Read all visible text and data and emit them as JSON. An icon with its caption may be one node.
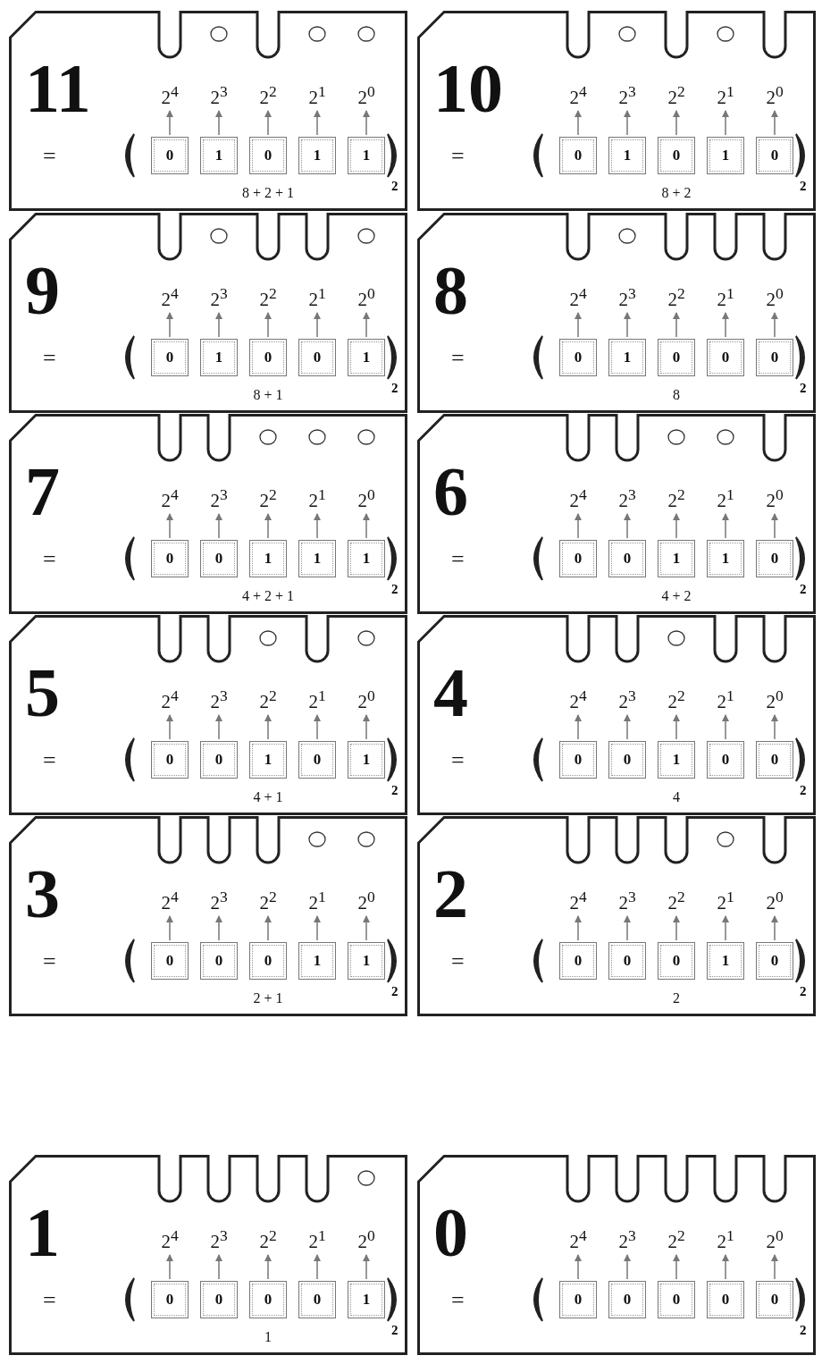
{
  "diagram": {
    "nodes": [
      {
        "text": [
          "11",
          "=",
          "2",
          "8 + 2 + 1"
        ]
      },
      {
        "text": [
          "2$^{4}$"
        ],
        "in": 0
      },
      {
        "text": [
          "2$^{3}$"
        ],
        "in": 0
      },
      {
        "text": [
          "2$^{2}$"
        ],
        "in": 0
      },
      {
        "text": [
          "2$^{1}$"
        ],
        "in": 0
      },
      {
        "text": [
          "2$^{0}$"
        ],
        "in": 0
      },
      {
        "text": [
          "0"
        ],
        "in": 0
      },
      {
        "text": [
          "1"
        ],
        "in": 0
      },
      {
        "text": [
          "0"
        ],
        "in": 0
      },
      {
        "text": [
          "1"
        ],
        "in": 0
      },
      {
        "text": [
          "1"
        ],
        "in": 0
      },
      {
        "text": [
          "10",
          "=",
          "2",
          "8 + 2"
        ]
      },
      {
        "text": [
          "2$^{4}$"
        ],
        "in": 11
      },
      {
        "text": [
          "2$^{3}$"
        ],
        "in": 11
      },
      {
        "text": [
          "2$^{2}$"
        ],
        "in": 11
      },
      {
        "text": [
          "2$^{1}$"
        ],
        "in": 11
      },
      {
        "text": [
          "2$^{0}$"
        ],
        "in": 11
      },
      {
        "text": [
          "0"
        ],
        "in": 11
      },
      {
        "text": [
          "1"
        ],
        "in": 11
      },
      {
        "text": [
          "0"
        ],
        "in": 11
      },
      {
        "text": [
          "1"
        ],
        "in": 11
      },
      {
        "text": [
          "0"
        ],
        "in": 11
      },
      {
        "text": [
          "9",
          "=",
          "2",
          "8 + 1"
        ]
      },
      {
        "text": [
          "2$^{4}$"
        ],
        "in": 22
      },
      {
        "text": [
          "2$^{3}$"
        ],
        "in": 22
      },
      {
        "text": [
          "2$^{2}$"
        ],
        "in": 22
      },
      {
        "text": [
          "2$^{1}$"
        ],
        "in": 22
      },
      {
        "text": [
          "2$^{0}$"
        ],
        "in": 22
      },
      {
        "text": [
          "0"
        ],
        "in": 22
      },
      {
        "text": [
          "1"
        ],
        "in": 22
      },
      {
        "text": [
          "0"
        ],
        "in": 22
      },
      {
        "text": [
          "0"
        ],
        "in": 22
      },
      {
        "text": [
          "1"
        ],
        "in": 22
      },
      {
        "text": [
          "8",
          "=",
          "2",
          "8"
        ]
      },
      {
        "text": [
          "2$^{4}$"
        ],
        "in": 33
      },
      {
        "text": [
          "2$^{3}$"
        ],
        "in": 33
      },
      {
        "text": [
          "2$^{2}$"
        ],
        "in": 33
      },
      {
        "text": [
          "2$^{1}$"
        ],
        "in": 33
      },
      {
        "text": [
          "2$^{0}$"
        ],
        "in": 33
      },
      {
        "text": [
          "0"
        ],
        "in": 33
      },
      {
        "text": [
          "1"
        ],
        "in": 33
      },
      {
        "text": [
          "0"
        ],
        "in": 33
      },
      {
        "text": [
          "0"
        ],
        "in": 33
      },
      {
        "text": [
          "0"
        ],
        "in": 33
      },
      {
        "text": [
          "7",
          "=",
          "2",
          "4 + 2 + 1"
        ]
      },
      {
        "text": [
          "2$^{4}$"
        ],
        "in": 44
      },
      {
        "text": [
          "2$^{3}$"
        ],
        "in": 44
      },
      {
        "text": [
          "2$^{2}$"
        ],
        "in": 44
      },
      {
        "text": [
          "2$^{1}$"
        ],
        "in": 44
      },
      {
        "text": [
          "2$^{0}$"
        ],
        "in": 44
      },
      {
        "text": [
          "0"
        ],
        "in": 44
      },
      {
        "text": [
          "0"
        ],
        "in": 44
      },
      {
        "text": [
          "1"
        ],
        "in": 44
      },
      {
        "text": [
          "1"
        ],
        "in": 44
      },
      {
        "text": [
          "1"
        ],
        "in": 44
      },
      {
        "text": [
          "6",
          "=",
          "2",
          "4 + 2"
        ]
      },
      {
        "text": [
          "2$^{4}$"
        ],
        "in": 55
      },
      {
        "text": [
          "2$^{3}$"
        ],
        "in": 55
      },
      {
        "text": [
          "2$^{2}$"
        ],
        "in": 55
      },
      {
        "text": [
          "2$^{1}$"
        ],
        "in": 55
      },
      {
        "text": [
          "2$^{0}$"
        ],
        "in": 55
      },
      {
        "text": [
          "0"
        ],
        "in": 55
      },
      {
        "text": [
          "0"
        ],
        "in": 55
      },
      {
        "text": [
          "1"
        ],
        "in": 55
      },
      {
        "text": [
          "1"
        ],
        "in": 55
      },
      {
        "text": [
          "0"
        ],
        "in": 55
      },
      {
        "text": [
          "5",
          "=",
          "2",
          "4 + 1"
        ]
      },
      {
        "text": [
          "2$^{4}$"
        ],
        "in": 66
      },
      {
        "text": [
          "2$^{3}$"
        ],
        "in": 66
      },
      {
        "text": [
          "2$^{2}$"
        ],
        "in": 66
      },
      {
        "text": [
          "2$^{1}$"
        ],
        "in": 66
      },
      {
        "text": [
          "2$^{0}$"
        ],
        "in": 66
      },
      {
        "text": [
          "0"
        ],
        "in": 66
      },
      {
        "text": [
          "0"
        ],
        "in": 66
      },
      {
        "text": [
          "1"
        ],
        "in": 66
      },
      {
        "text": [
          "0"
        ],
        "in": 66
      },
      {
        "text": [
          "1"
        ],
        "in": 66
      },
      {
        "text": [
          "4",
          "=",
          "2",
          "4"
        ]
      },
      {
        "text": [
          "2$^{4}$"
        ],
        "in": 77
      },
      {
        "text": [
          "2$^{3}$"
        ],
        "in": 77
      },
      {
        "text": [
          "2$^{2}$"
        ],
        "in": 77
      },
      {
        "text": [
          "2$^{1}$"
        ],
        "in": 77
      },
      {
        "text": [
          "2$^{0}$"
        ],
        "in": 77
      },
      {
        "text": [
          "0"
        ],
        "in": 77
      },
      {
        "text": [
          "0"
        ],
        "in": 77
      },
      {
        "text": [
          "1"
        ],
        "in": 77
      },
      {
        "text": [
          "0"
        ],
        "in": 77
      },
      {
        "text": [
          "0"
        ],
        "in": 77
      },
      {
        "text": [
          "3",
          "=",
          "2",
          "2 + 1"
        ]
      },
      {
        "text": [
          "2$^{4}$"
        ],
        "in": 88
      },
      {
        "text": [
          "2$^{3}$"
        ],
        "in": 88
      },
      {
        "text": [
          "2$^{2}$"
        ],
        "in": 88
      },
      {
        "text": [
          "2$^{1}$"
        ],
        "in": 88
      },
      {
        "text": [
          "2$^{0}$"
        ],
        "in": 88
      },
      {
        "text": [
          "0"
        ],
        "in": 88
      },
      {
        "text": [
          "0"
        ],
        "in": 88
      },
      {
        "text": [
          "0"
        ],
        "in": 88
      },
      {
        "text": [
          "1"
        ],
        "in": 88
      },
      {
        "text": [
          "1"
        ],
        "in": 88
      },
      {
        "text": [
          "2",
          "=",
          "2",
          "2"
        ]
      },
      {
        "text": [
          "2$^{4}$"
        ],
        "in": 99
      },
      {
        "text": [
          "2$^{3}$"
        ],
        "in": 99
      },
      {
        "text": [
          "2$^{2}$"
        ],
        "in": 99
      },
      {
        "text": [
          "2$^{1}$"
        ],
        "in": 99
      },
      {
        "text": [
          "2$^{0}$"
        ],
        "in": 99
      },
      {
        "text": [
          "0"
        ],
        "in": 99
      },
      {
        "text": [
          "0"
        ],
        "in": 99
      },
      {
        "text": [
          "0"
        ],
        "in": 99
      },
      {
        "text": [
          "1"
        ],
        "in": 99
      },
      {
        "text": [
          "0"
        ],
        "in": 99
      },
      {
        "text": [
          "1",
          "=",
          "2",
          "1"
        ]
      },
      {
        "text": [
          "2$^{4}$"
        ],
        "in": 110
      },
      {
        "text": [
          "2$^{3}$"
        ],
        "in": 110
      },
      {
        "text": [
          "2$^{2}$"
        ],
        "in": 110
      },
      {
        "text": [
          "2$^{1}$"
        ],
        "in": 110
      },
      {
        "text": [
          "2$^{0}$"
        ],
        "in": 110
      },
      {
        "text": [
          "0"
        ],
        "in": 110
      },
      {
        "text": [
          "0"
        ],
        "in": 110
      },
      {
        "text": [
          "0"
        ],
        "in": 110
      },
      {
        "text": [
          "0"
        ],
        "in": 110
      },
      {
        "text": [
          "1"
        ],
        "in": 110
      },
      {
        "text": [
          "0",
          "=",
          "2"
        ]
      },
      {
        "text": [
          "2$^{4}$"
        ],
        "in": 121
      },
      {
        "text": [
          "2$^{3}$"
        ],
        "in": 121
      },
      {
        "text": [
          "2$^{2}$"
        ],
        "in": 121
      },
      {
        "text": [
          "2$^{1}$"
        ],
        "in": 121
      },
      {
        "text": [
          "2$^{0}$"
        ],
        "in": 121
      },
      {
        "text": [
          "0"
        ],
        "in": 121
      },
      {
        "text": [
          "0"
        ],
        "in": 121
      },
      {
        "text": [
          "0"
        ],
        "in": 121
      },
      {
        "text": [
          "0"
        ],
        "in": 121
      },
      {
        "text": [
          "0"
        ],
        "in": 121
      }
    ],
    "edges": [
      {
        "from": 6,
        "to": 1,
        "arrow": "to"
      },
      {
        "from": 7,
        "to": 2,
        "arrow": "to"
      },
      {
        "from": 8,
        "to": 3,
        "arrow": "to"
      },
      {
        "from": 9,
        "to": 4,
        "arrow": "to"
      },
      {
        "from": 10,
        "to": 5,
        "arrow": "to"
      },
      {
        "from": 17,
        "to": 12,
        "arrow": "to"
      },
      {
        "from": 18,
        "to": 13,
        "arrow": "to"
      },
      {
        "from": 19,
        "to": 14,
        "arrow": "to"
      },
      {
        "from": 20,
        "to": 15,
        "arrow": "to"
      },
      {
        "from": 21,
        "to": 16,
        "arrow": "to"
      },
      {
        "from": 28,
        "to": 23,
        "arrow": "to"
      },
      {
        "from": 29,
        "to": 24,
        "arrow": "to"
      },
      {
        "from": 30,
        "to": 25,
        "arrow": "to"
      },
      {
        "from": 31,
        "to": 26,
        "arrow": "to"
      },
      {
        "from": 32,
        "to": 27,
        "arrow": "to"
      },
      {
        "from": 39,
        "to": 34,
        "arrow": "to"
      },
      {
        "from": 40,
        "to": 35,
        "arrow": "to"
      },
      {
        "from": 41,
        "to": 36,
        "arrow": "to"
      },
      {
        "from": 42,
        "to": 37,
        "arrow": "to"
      },
      {
        "from": 43,
        "to": 38,
        "arrow": "to"
      },
      {
        "from": 50,
        "to": 45,
        "arrow": "to"
      },
      {
        "from": 51,
        "to": 46,
        "arrow": "to"
      },
      {
        "from": 52,
        "to": 47,
        "arrow": "to"
      },
      {
        "from": 53,
        "to": 48,
        "arrow": "to"
      },
      {
        "from": 54,
        "to": 49,
        "arrow": "to"
      },
      {
        "from": 61,
        "to": 56,
        "arrow": "to"
      },
      {
        "from": 62,
        "to": 57,
        "arrow": "to"
      },
      {
        "from": 63,
        "to": 58,
        "arrow": "to"
      },
      {
        "from": 64,
        "to": 59,
        "arrow": "to"
      },
      {
        "from": 65,
        "to": 60,
        "arrow": "to"
      },
      {
        "from": 72,
        "to": 67,
        "arrow": "to"
      },
      {
        "from": 73,
        "to": 68,
        "arrow": "to"
      },
      {
        "from": 74,
        "to": 69,
        "arrow": "to"
      },
      {
        "from": 75,
        "to": 70,
        "arrow": "to"
      },
      {
        "from": 76,
        "to": 71,
        "arrow": "to"
      },
      {
        "from": 83,
        "to": 78,
        "arrow": "to"
      },
      {
        "from": 84,
        "to": 79,
        "arrow": "to"
      },
      {
        "from": 85,
        "to": 80,
        "arrow": "to"
      },
      {
        "from": 86,
        "to": 81,
        "arrow": "to"
      },
      {
        "from": 87,
        "to": 82,
        "arrow": "to"
      },
      {
        "from": 94,
        "to": 89,
        "arrow": "to"
      },
      {
        "from": 95,
        "to": 90,
        "arrow": "to"
      },
      {
        "from": 96,
        "to": 91,
        "arrow": "to"
      },
      {
        "from": 97,
        "to": 92,
        "arrow": "to"
      },
      {
        "from": 98,
        "to": 93,
        "arrow": "to"
      },
      {
        "from": 105,
        "to": 100,
        "arrow": "to"
      },
      {
        "from": 106,
        "to": 101,
        "arrow": "to"
      },
      {
        "from": 107,
        "to": 102,
        "arrow": "to"
      },
      {
        "from": 108,
        "to": 103,
        "arrow": "to"
      },
      {
        "from": 109,
        "to": 104,
        "arrow": "to"
      },
      {
        "from": 116,
        "to": 111,
        "arrow": "to"
      },
      {
        "from": 117,
        "to": 112,
        "arrow": "to"
      },
      {
        "from": 118,
        "to": 113,
        "arrow": "to"
      },
      {
        "from": 119,
        "to": 114,
        "arrow": "to"
      },
      {
        "from": 120,
        "to": 115,
        "arrow": "to"
      },
      {
        "from": 127,
        "to": 122,
        "arrow": "to"
      },
      {
        "from": 128,
        "to": 123,
        "arrow": "to"
      },
      {
        "from": 129,
        "to": 124,
        "arrow": "to"
      },
      {
        "from": 130,
        "to": 125,
        "arrow": "to"
      },
      {
        "from": 131,
        "to": 126,
        "arrow": "to"
      }
    ]
  }
}
